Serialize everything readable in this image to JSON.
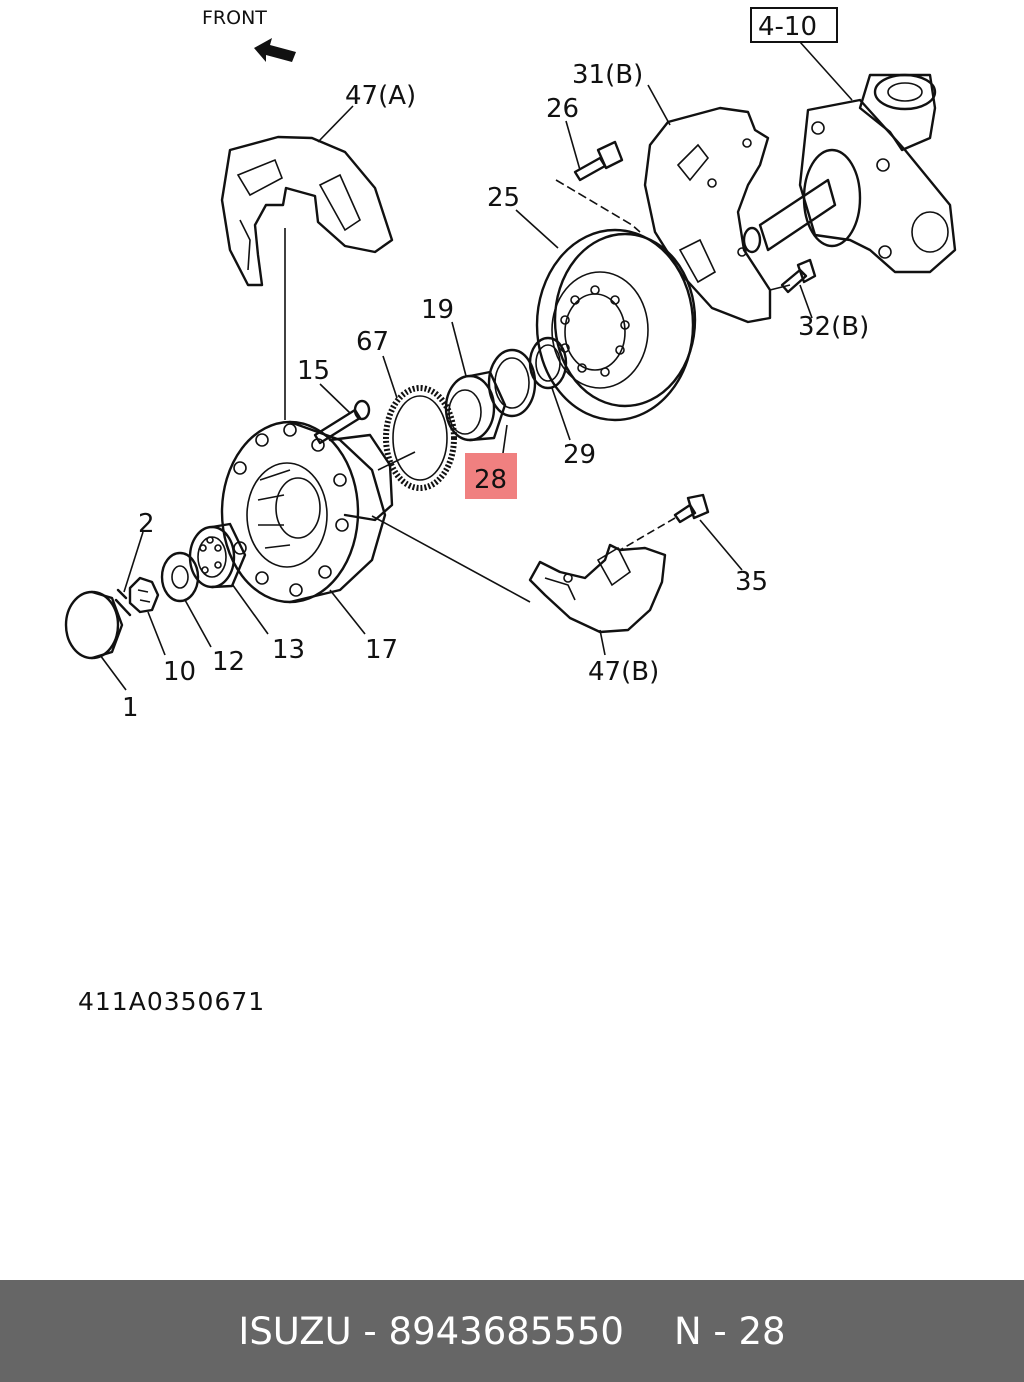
{
  "diagram": {
    "direction_label": "FRONT",
    "reference_box": "4-10",
    "callouts": {
      "c47a": "47(A)",
      "c31b": "31(B)",
      "c26": "26",
      "c25": "25",
      "c19": "19",
      "c67": "67",
      "c15": "15",
      "c28": "28",
      "c29": "29",
      "c32b": "32(B)",
      "c2": "2",
      "c35": "35",
      "c10": "10",
      "c12": "12",
      "c13": "13",
      "c17": "17",
      "c47b": "47(B)",
      "c1": "1"
    },
    "highlighted_callout": "28",
    "highlight_color": "#f08080"
  },
  "drawing_code": "411A0350671",
  "footer": {
    "brand": "ISUZU - 8943685550",
    "page": "N - 28"
  }
}
